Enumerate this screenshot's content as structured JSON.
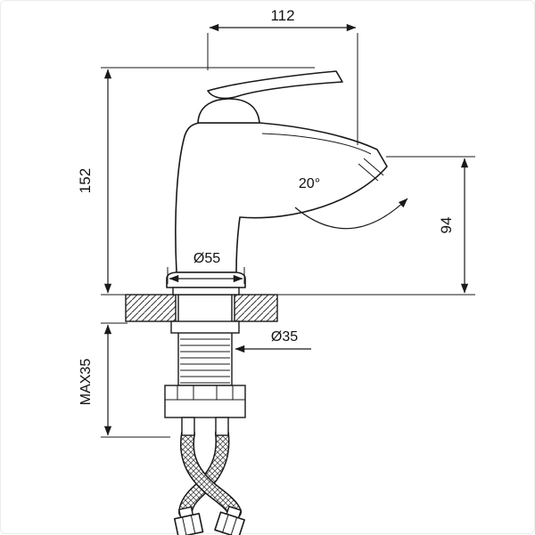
{
  "diagram": {
    "background": "#ffffff",
    "line_color": "#1a1a1a",
    "labels": {
      "spout_reach": "112",
      "total_height": "152",
      "spout_height": "94",
      "spout_angle": "20°",
      "base_diameter": "Ø55",
      "mount_hole_diameter": "Ø35",
      "max_mount_thickness": "MAX35"
    }
  }
}
